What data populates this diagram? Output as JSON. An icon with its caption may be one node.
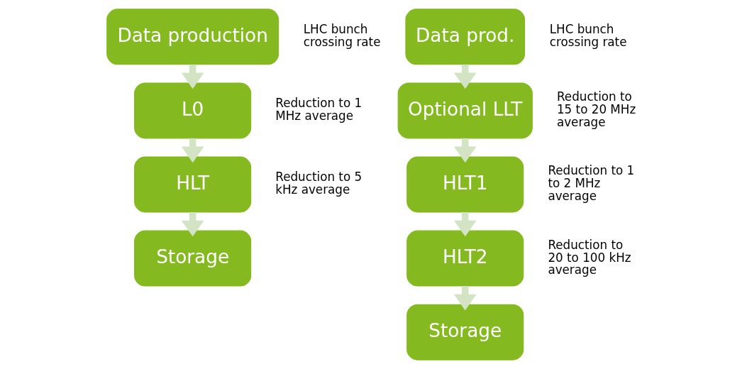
{
  "diagram": {
    "nodes": [
      {
        "text": [
          "Data production"
        ],
        "beside": [
          "LHC bunch crossing rate"
        ]
      },
      {
        "text": [
          "L0"
        ],
        "beside": [
          "Reduction to 1 MHz average"
        ]
      },
      {
        "text": [
          "HLT"
        ],
        "beside": [
          "Reduction to 5 kHz average"
        ]
      },
      {
        "text": [
          "Storage"
        ]
      },
      {
        "text": [
          "Data prod."
        ],
        "beside": [
          "LHC bunch crossing rate"
        ]
      },
      {
        "text": [
          "Optional LLT"
        ],
        "beside": [
          "Reduction to 15 to 20 MHz average"
        ]
      },
      {
        "text": [
          "HLT1"
        ],
        "beside": [
          "Reduction to 1 to 2 MHz average"
        ]
      },
      {
        "text": [
          "HLT2"
        ],
        "beside": [
          "Reduction to 20 to 100 kHz average"
        ]
      },
      {
        "text": [
          "Storage"
        ]
      }
    ],
    "edges": [
      {
        "from": 0,
        "to": 1,
        "arrow": "to"
      },
      {
        "from": 1,
        "to": 2,
        "arrow": "to"
      },
      {
        "from": 2,
        "to": 3,
        "arrow": "to"
      },
      {
        "from": 4,
        "to": 5,
        "arrow": "to"
      },
      {
        "from": 5,
        "to": 6,
        "arrow": "to"
      },
      {
        "from": 6,
        "to": 7,
        "arrow": "to"
      },
      {
        "from": 7,
        "to": 8,
        "arrow": "to"
      }
    ]
  }
}
